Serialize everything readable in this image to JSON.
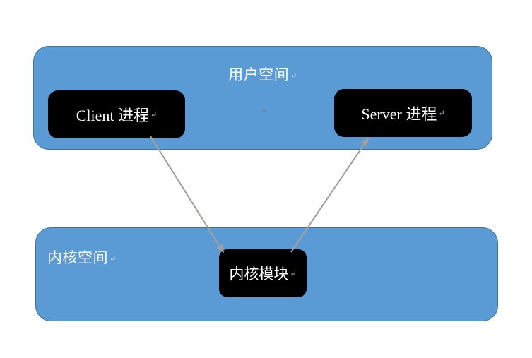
{
  "diagram": {
    "title": "Binder IPC user space / kernel space diagram",
    "background_color": "#ffffff",
    "panel_fill": "#5b9bd5",
    "panel_border": "#41719c",
    "box_fill": "#000000",
    "box_text_color": "#ffffff",
    "arrow_color": "#a6a097",
    "return_mark": "↵"
  },
  "user_space": {
    "caption": "用户空间",
    "caption_mark": "↵",
    "stray_mark": "↵",
    "client": {
      "label": "Client 进程",
      "mark": "↵"
    },
    "server": {
      "label": "Server 进程",
      "mark": "↵"
    }
  },
  "kernel_space": {
    "caption": "内核空间",
    "caption_mark": "↵",
    "module": {
      "label": "内核模块",
      "mark": "↵"
    }
  },
  "connectors": [
    {
      "name": "client-to-kernel-module",
      "from": "Client 进程",
      "to": "内核模块",
      "direction": "down-right",
      "color": "#a6a097"
    },
    {
      "name": "kernel-module-to-server",
      "from": "内核模块",
      "to": "Server 进程",
      "direction": "up-right",
      "color": "#a6a097"
    }
  ]
}
